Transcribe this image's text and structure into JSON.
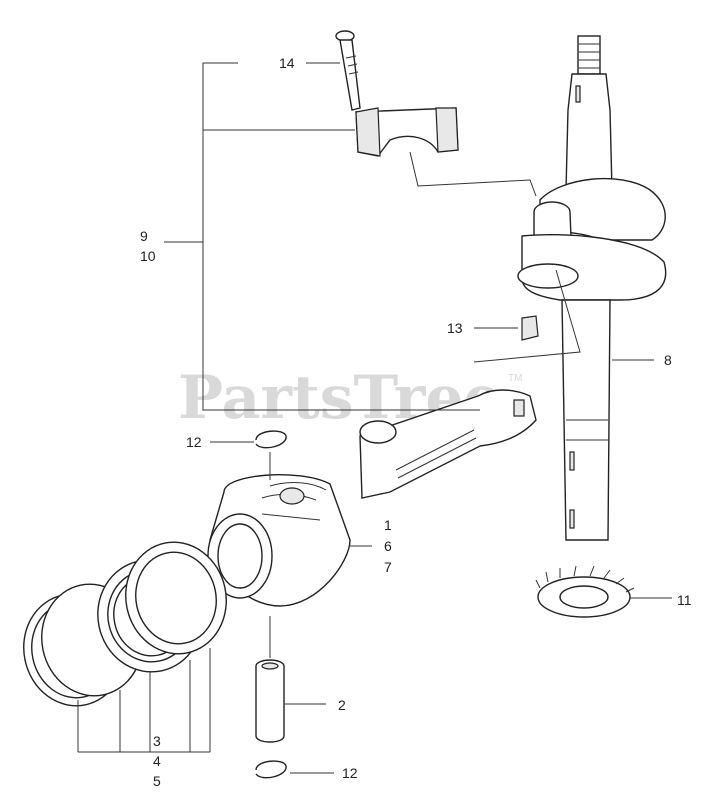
{
  "watermark": {
    "text": "PartsTree",
    "tm": "TM"
  },
  "callouts": {
    "c1": "1",
    "c2": "2",
    "c3": "3",
    "c4": "4",
    "c5": "5",
    "c6": "6",
    "c7": "7",
    "c8": "8",
    "c9": "9",
    "c10": "10",
    "c11": "11",
    "c12a": "12",
    "c12b": "12",
    "c13": "13",
    "c14": "14"
  }
}
